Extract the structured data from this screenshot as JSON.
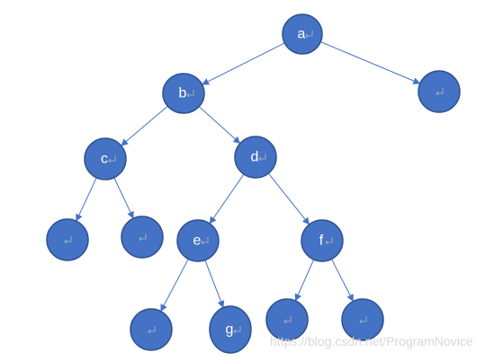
{
  "tree": {
    "nodes": [
      {
        "id": "a",
        "label": "a"
      },
      {
        "id": "a-right",
        "label": ""
      },
      {
        "id": "b",
        "label": "b"
      },
      {
        "id": "c",
        "label": "c"
      },
      {
        "id": "d",
        "label": "d"
      },
      {
        "id": "c-left",
        "label": ""
      },
      {
        "id": "c-right",
        "label": ""
      },
      {
        "id": "e",
        "label": "e"
      },
      {
        "id": "f",
        "label": "f"
      },
      {
        "id": "e-left",
        "label": ""
      },
      {
        "id": "g",
        "label": "g"
      },
      {
        "id": "f-left",
        "label": ""
      },
      {
        "id": "f-right",
        "label": ""
      }
    ],
    "edges": [
      {
        "from": "a",
        "to": "b"
      },
      {
        "from": "a",
        "to": "a-right"
      },
      {
        "from": "b",
        "to": "c"
      },
      {
        "from": "b",
        "to": "d"
      },
      {
        "from": "c",
        "to": "c-left"
      },
      {
        "from": "c",
        "to": "c-right"
      },
      {
        "from": "d",
        "to": "e"
      },
      {
        "from": "d",
        "to": "f"
      },
      {
        "from": "e",
        "to": "e-left"
      },
      {
        "from": "e",
        "to": "g"
      },
      {
        "from": "f",
        "to": "f-left"
      },
      {
        "from": "f",
        "to": "f-right"
      }
    ],
    "colors": {
      "node_fill": "#4472C4",
      "node_stroke": "#2F528F",
      "edge": "#4472C4",
      "label": "#ffffff"
    }
  },
  "watermark": "https://blog.csdn.net/ProgramNovice"
}
